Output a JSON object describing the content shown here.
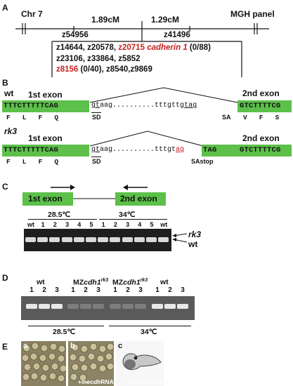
{
  "panelA": {
    "label": "A",
    "chr": "Chr 7",
    "panel_name": "MGH panel",
    "dist1": "1.89cM",
    "dist2": "1.29cM",
    "marker_left": "z54956",
    "marker_right": "z41496",
    "line1_a": "z14644, z20578,",
    "line1_b": "z20715",
    "line1_c": "cadherin 1",
    "line1_d": "(0/88)",
    "line2": "z23106, z33864, z5852",
    "line3_a": "z8156",
    "line3_b": "(0/40), z8540,z9869"
  },
  "panelB": {
    "label": "B",
    "wt": "wt",
    "rk3": "rk3",
    "exon1": "1st exon",
    "exon2": "2nd exon",
    "wt_ex1_seq": "TTTCTTTTTCAG",
    "wt_ex1_aa": "F   L   F   Q",
    "wt_intron_a": "gt",
    "wt_intron_b": "aag",
    "wt_intron_c": "..........tttgttg",
    "wt_intron_d": "tag",
    "wt_sd": "SD",
    "wt_sa": "SA",
    "wt_ex2_seq": "GTCTTTTCG",
    "wt_ex2_aa": "V   F   S",
    "rk3_ex1_seq": "TTTCTTTTTCAG",
    "rk3_ex1_aa": "F   L   F   Q",
    "rk3_intron_a": "gt",
    "rk3_intron_b": "aag",
    "rk3_intron_c": "..........tttgt",
    "rk3_intron_d": "ag",
    "rk3_tag": "TAG",
    "rk3_ex2_seq": "GTCTTTTCG",
    "rk3_sd": "SD",
    "rk3_sastop": "SAstop"
  },
  "panelC": {
    "label": "C",
    "exon1": "1st exon",
    "exon2": "2nd exon",
    "temp1": "28.5℃",
    "temp2": "34℃",
    "lanes": [
      "wt",
      "1",
      "2",
      "3",
      "4",
      "5",
      "1",
      "2",
      "3",
      "4",
      "5",
      "wt"
    ],
    "band_rk3": "rk3",
    "band_wt": "wt"
  },
  "panelD": {
    "label": "D",
    "groups": [
      {
        "name": "wt",
        "sup": ""
      },
      {
        "name": "MZ",
        "italic": "cdh1",
        "sup": "rk3"
      },
      {
        "name": "MZ",
        "italic": "cdh1",
        "sup": "rk3"
      },
      {
        "name": "wt",
        "sup": ""
      }
    ],
    "lanes": [
      "1",
      "2",
      "3",
      "1",
      "2",
      "3",
      "1",
      "2",
      "3",
      "1",
      "2",
      "3"
    ],
    "temp1": "28.5℃",
    "temp2": "34℃"
  },
  "panelE": {
    "label": "E",
    "sub_a": "a",
    "sub_b": "b",
    "sub_c": "c",
    "cap_b_prefix": "+",
    "cap_b_gene": "mecdh",
    "cap_b_suffix": "RNA",
    "cap_c_prefix": "+",
    "cap_c_gene": "mecdh",
    "cap_c_suffix": "RNA"
  }
}
